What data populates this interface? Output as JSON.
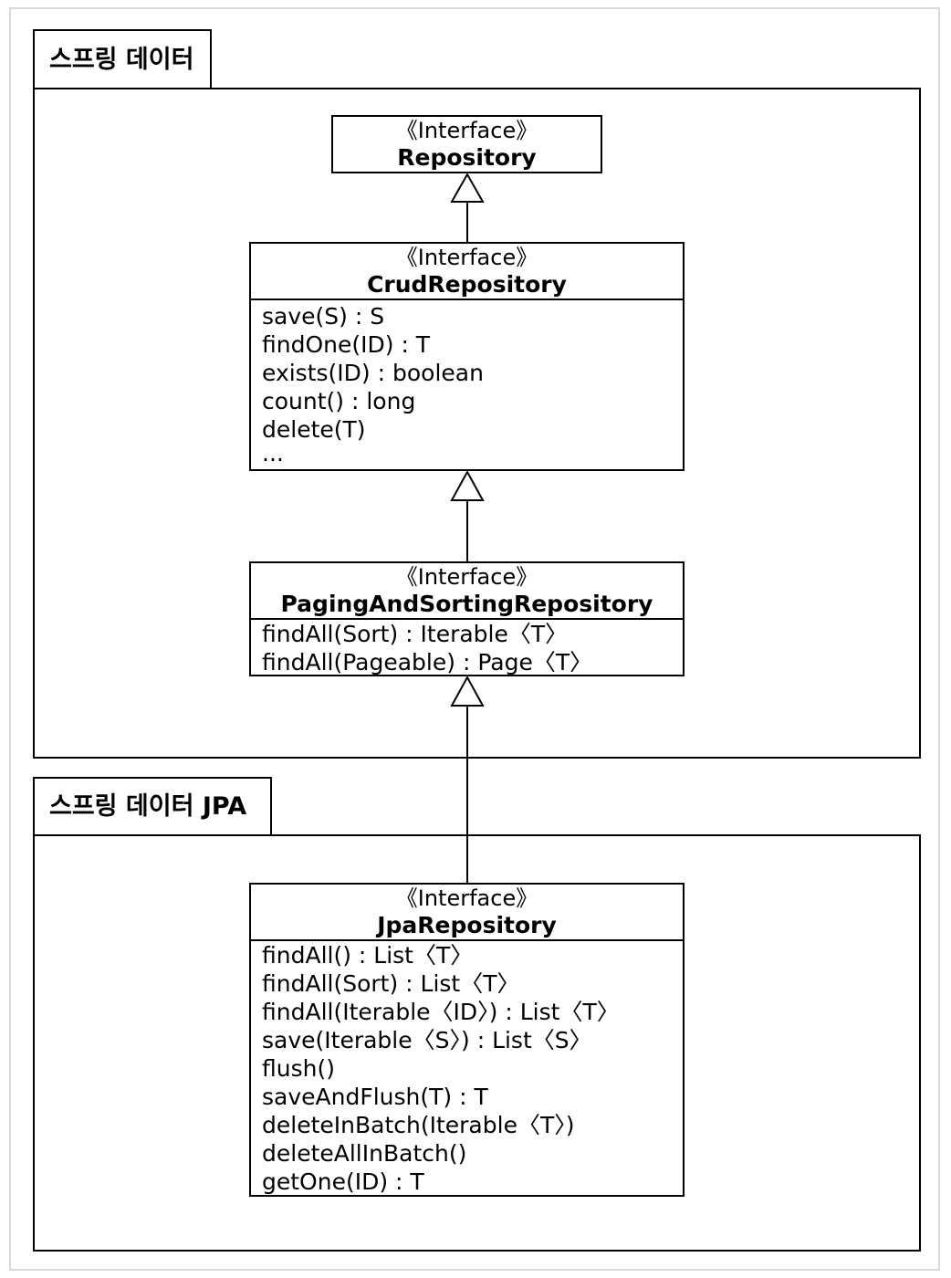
{
  "packages": {
    "spring_data": {
      "label": "스프링 데이터"
    },
    "spring_data_jpa": {
      "label": "스프링 데이터 JPA"
    }
  },
  "classes": {
    "repository": {
      "stereotype": "《Interface》",
      "name": "Repository",
      "operations": []
    },
    "crud_repository": {
      "stereotype": "《Interface》",
      "name": "CrudRepository",
      "operations": [
        "save(S) : S",
        "findOne(ID) : T",
        "exists(ID) : boolean",
        "count() : long",
        "delete(T)",
        "..."
      ]
    },
    "paging_repository": {
      "stereotype": "《Interface》",
      "name": "PagingAndSortingRepository",
      "operations": [
        "findAll(Sort) : Iterable〈T〉",
        "findAll(Pageable) : Page〈T〉"
      ]
    },
    "jpa_repository": {
      "stereotype": "《Interface》",
      "name": "JpaRepository",
      "operations": [
        "findAll() : List〈T〉",
        "findAll(Sort) : List〈T〉",
        "findAll(Iterable〈ID〉) : List〈T〉",
        "save(Iterable〈S〉) : List〈S〉",
        "flush()",
        "saveAndFlush(T) : T",
        "deleteInBatch(Iterable〈T〉)",
        "deleteAllInBatch()",
        "getOne(ID) : T"
      ]
    }
  },
  "relations": [
    {
      "from": "CrudRepository",
      "to": "Repository",
      "type": "generalization"
    },
    {
      "from": "PagingAndSortingRepository",
      "to": "CrudRepository",
      "type": "generalization"
    },
    {
      "from": "JpaRepository",
      "to": "PagingAndSortingRepository",
      "type": "generalization"
    }
  ]
}
